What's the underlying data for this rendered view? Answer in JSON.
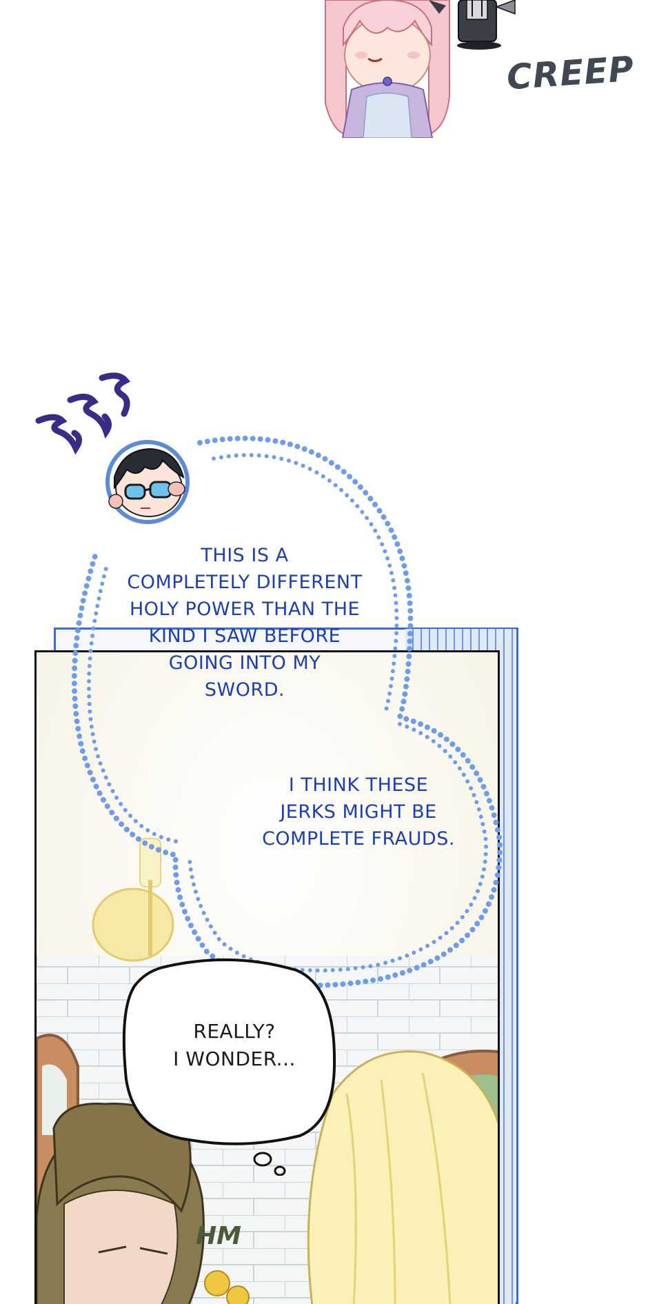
{
  "sfx": {
    "creep": "CREEP",
    "hm": "HM"
  },
  "bubbles": {
    "thought_1": {
      "lines": [
        "THIS IS A",
        "COMPLETELY DIFFERENT",
        "HOLY POWER THAN THE",
        "KIND I SAW BEFORE",
        "GOING INTO MY",
        "SWORD."
      ]
    },
    "thought_2": {
      "lines": [
        "I THINK THESE",
        "JERKS MIGHT BE",
        "COMPLETE FRAUDS."
      ]
    },
    "speech_1": {
      "lines": [
        "REALLY?",
        "I WONDER..."
      ]
    }
  },
  "colors": {
    "thought_text": "#1b3fb0",
    "dotted_outline": "#6e9bea",
    "panel_border": "#111111",
    "back_panel_border": "#3a6bd0"
  }
}
